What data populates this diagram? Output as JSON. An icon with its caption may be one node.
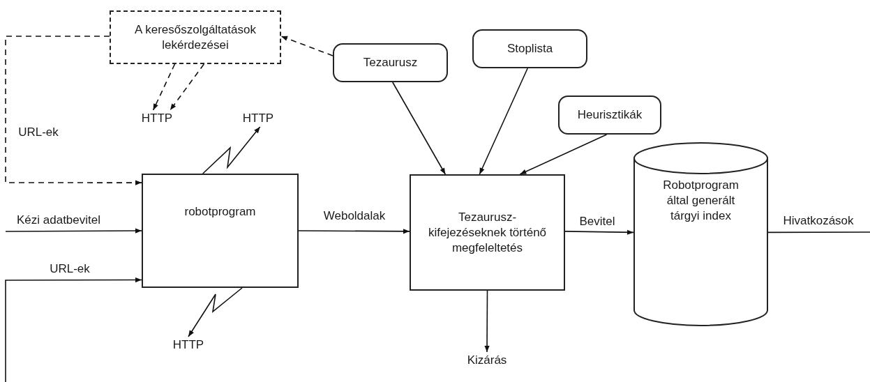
{
  "diagram": {
    "nodes": [
      {
        "text": [
          "A keresőszolgáltatások lekérdezései"
        ]
      },
      {
        "text": [
          "Tezaurusz"
        ]
      },
      {
        "text": [
          "Stoplista"
        ]
      },
      {
        "text": [
          "Heurisztikák"
        ]
      },
      {
        "text": [
          "HTTP"
        ]
      },
      {
        "text": [
          "HTTP"
        ]
      },
      {
        "text": [
          "robotprogram"
        ]
      },
      {
        "text": [
          "Tezaurusz- kifejezéseknek történő megfeleltetés"
        ]
      },
      {
        "text": [
          "Robotprogram által generált tárgyi index"
        ]
      },
      {
        "text": [
          "HTTP"
        ]
      },
      {
        "text": [
          "Kizárás"
        ]
      }
    ],
    "edges": [
      {
        "from": 1,
        "to": 0,
        "arrow": "to",
        "style": "dashed"
      },
      {
        "from": 0,
        "to": 4,
        "arrow": "to",
        "style": "dashed"
      },
      {
        "from": 0,
        "to": 4,
        "arrow": "to",
        "style": "dashed"
      },
      {
        "from": 0,
        "to": 6,
        "arrow": "to",
        "style": "dashed",
        "label": "URL-ek"
      },
      {
        "from": 6,
        "to": 5,
        "arrow": "to"
      },
      {
        "from": 6,
        "to": 9,
        "arrow": "to"
      },
      {
        "from": null,
        "to": 6,
        "arrow": "to",
        "label": "Kézi adatbevitel"
      },
      {
        "from": null,
        "to": 6,
        "arrow": "to",
        "label": "URL-ek"
      },
      {
        "from": 6,
        "to": 7,
        "arrow": "to",
        "label": "Weboldalak"
      },
      {
        "from": 1,
        "to": 7,
        "arrow": "to"
      },
      {
        "from": 2,
        "to": 7,
        "arrow": "to"
      },
      {
        "from": 3,
        "to": 7,
        "arrow": "to"
      },
      {
        "from": 7,
        "to": 8,
        "arrow": "to",
        "label": "Bevitel"
      },
      {
        "from": 8,
        "to": null,
        "arrow": "none",
        "label": "Hivatkozások"
      },
      {
        "from": 7,
        "to": 10,
        "arrow": "to"
      }
    ]
  }
}
